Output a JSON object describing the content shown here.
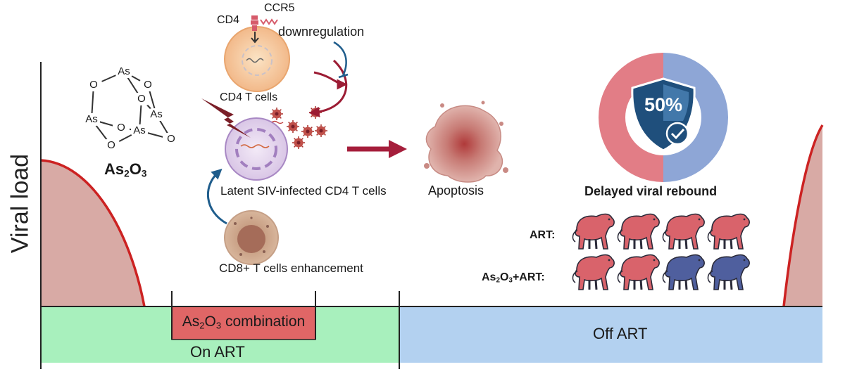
{
  "axis": {
    "ylabel": "Viral load"
  },
  "phases": {
    "on_art": "On ART",
    "off_art": "Off ART",
    "combination": {
      "prefix": "As",
      "sub1": "2",
      "mid": "O",
      "sub2": "3",
      "suffix": " combination"
    }
  },
  "molecule": {
    "atom_as": "As",
    "atom_o": "O",
    "formula": {
      "a": "As",
      "s1": "2",
      "b": "O",
      "s2": "3"
    }
  },
  "cells": {
    "cd4_label": "CD4",
    "ccr5_label": "CCR5",
    "downregulation": "downregulation",
    "cd4_cells": "CD4 T cells",
    "latent": "Latent SIV-infected CD4 T cells",
    "cd8": "CD8+ T cells enhancement",
    "apoptosis": "Apoptosis"
  },
  "outcome": {
    "badge_value": "50%",
    "title": "Delayed viral rebound",
    "row_art": "ART:",
    "row_combo": {
      "a": "As",
      "s1": "2",
      "b": "O",
      "s2": "3",
      "c": "+ART:"
    },
    "art_monkeys": [
      "rebound",
      "rebound",
      "rebound",
      "rebound"
    ],
    "combo_monkeys": [
      "rebound",
      "rebound",
      "delayed",
      "delayed"
    ]
  },
  "colors": {
    "rebound": "#d9636b",
    "delayed": "#4f5f9e",
    "on_art_band": "#a8f0bd",
    "off_art_band": "#b3d1f0",
    "combination_bar": "#e06666",
    "viral_curve": "#cc2222",
    "viral_fill": "#d8aaa5",
    "donut_left": "#e27d86",
    "donut_right": "#8ea6d6",
    "shield": "#1f4f7c"
  }
}
